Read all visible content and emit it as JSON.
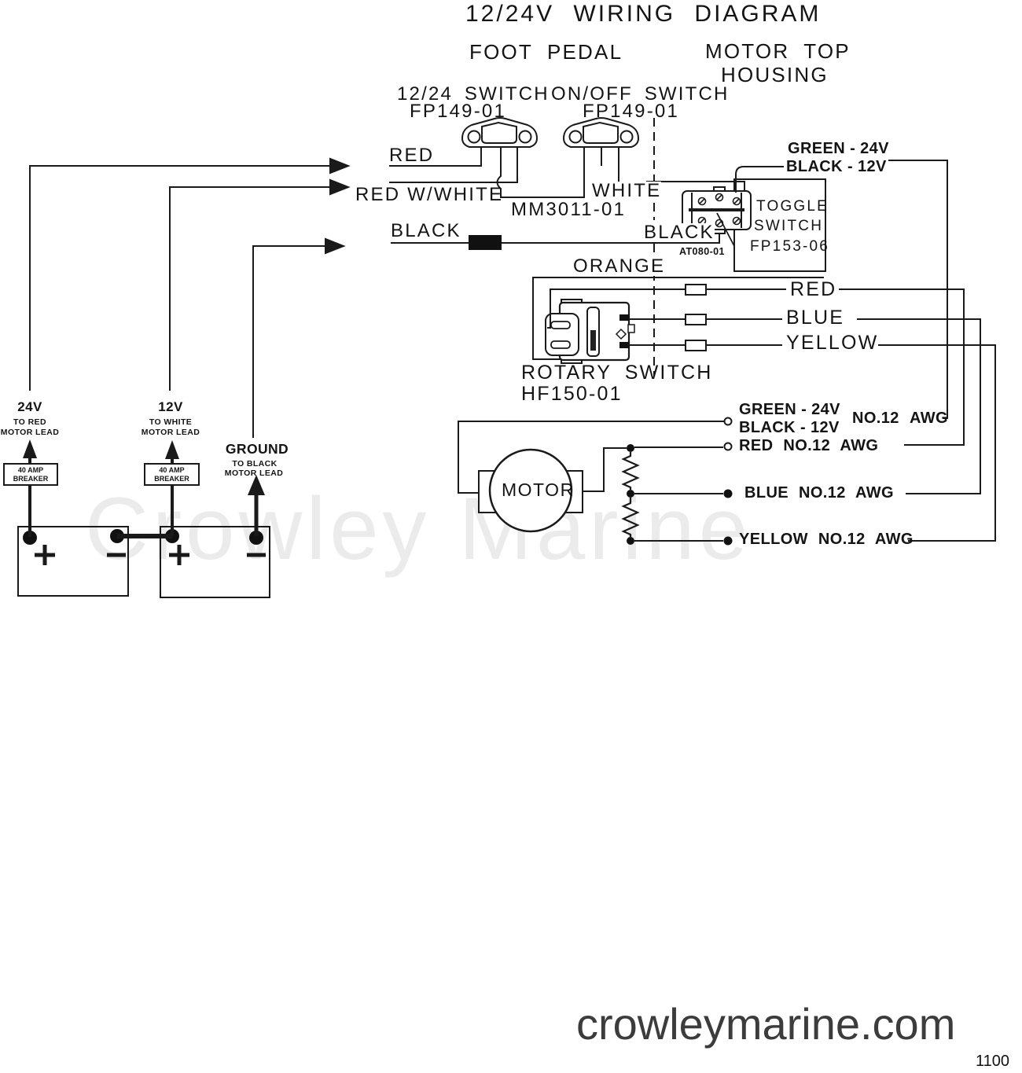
{
  "title": "12/24V WIRING DIAGRAM",
  "sections": {
    "foot_pedal": "FOOT PEDAL",
    "motor_top_line1": "MOTOR TOP",
    "motor_top_line2": "HOUSING"
  },
  "foot_pedal": {
    "switch1_name": "12/24 SWITCH",
    "switch1_part": "FP149-01",
    "switch2_name": "ON/OFF SWITCH",
    "switch2_part": "FP149-01",
    "wire_red": "RED",
    "wire_red_w_white": "RED W/WHITE",
    "wire_black_left": "BLACK",
    "connector_part": "MM3011-01",
    "wire_white": "WHITE",
    "wire_black_right": "BLACK",
    "wire_orange": "ORANGE"
  },
  "toggle_switch": {
    "wire_line1": "GREEN - 24V",
    "wire_line2": "BLACK - 12V",
    "name_line1": "TOGGLE",
    "name_line2": "SWITCH",
    "part": "FP153-06",
    "connector_part": "AT080-01"
  },
  "rotary_switch": {
    "name": "ROTARY SWITCH",
    "part": "HF150-01",
    "wire_red": "RED",
    "wire_blue": "BLUE",
    "wire_yellow": "YELLOW"
  },
  "motor": {
    "label": "MOTOR",
    "lead_green": "GREEN - 24V",
    "lead_black": "BLACK - 12V",
    "lead_gauge": "NO.12 AWG",
    "lead_red": "RED NO.12 AWG",
    "lead_blue": "BLUE NO.12 AWG",
    "lead_yellow": "YELLOW NO.12 AWG"
  },
  "batteries": {
    "b24_volts": "24V",
    "b24_line1": "TO RED",
    "b24_line2": "MOTOR LEAD",
    "b12_volts": "12V",
    "b12_line1": "TO WHITE",
    "b12_line2": "MOTOR LEAD",
    "ground_label": "GROUND",
    "ground_line1": "TO BLACK",
    "ground_line2": "MOTOR LEAD",
    "breaker_line1": "40 AMP",
    "breaker_line2": "BREAKER",
    "plus": "+",
    "minus": "−"
  },
  "footer": {
    "site": "crowleymarine.com",
    "page_number": "1100"
  },
  "watermark": "Crowley Marine",
  "colors": {
    "ink": "#1a1a1a",
    "footer_gray": "#3c3c3c",
    "watermark_gray": "#ebebeb",
    "background": "#ffffff"
  }
}
